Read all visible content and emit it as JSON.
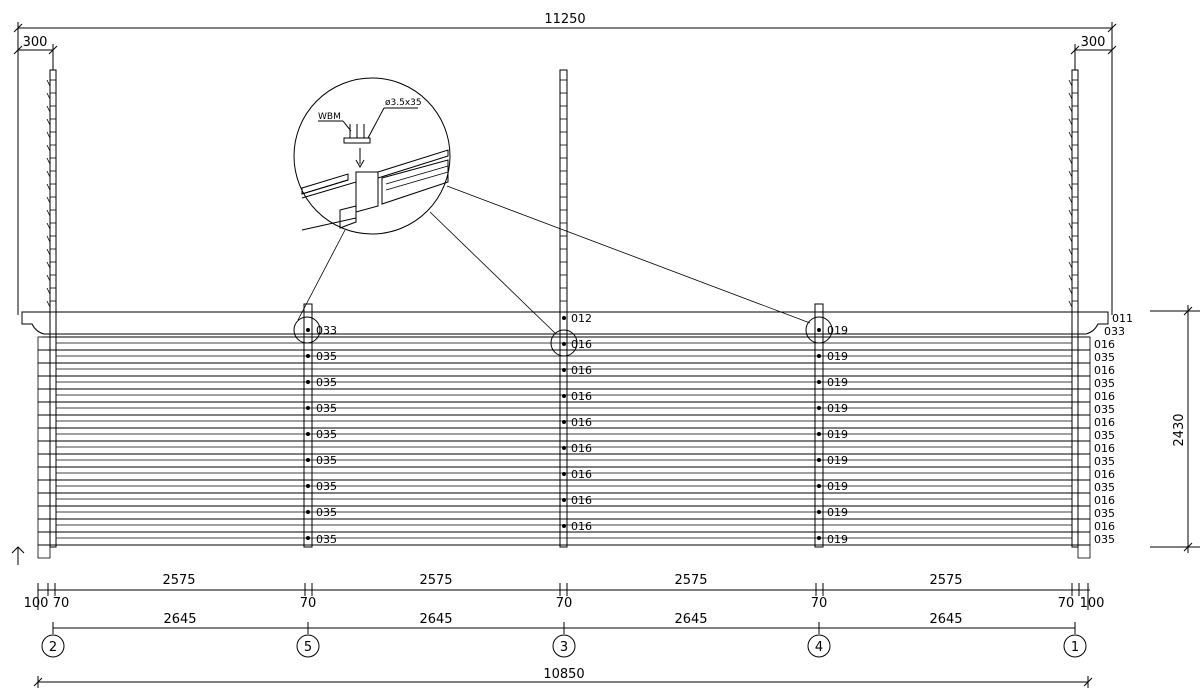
{
  "dimensions": {
    "overall_top": "11250",
    "overhang_left": "300",
    "overhang_right": "300",
    "height": "2430",
    "spans_upper": [
      "2575",
      "2575",
      "2575",
      "2575"
    ],
    "post_width_labels": [
      "100",
      "70",
      "70",
      "70",
      "70",
      "70",
      "100"
    ],
    "spans_lower": [
      "2645",
      "2645",
      "2645",
      "2645"
    ],
    "overall_bottom": "10850"
  },
  "axes": [
    "2",
    "5",
    "3",
    "4",
    "1"
  ],
  "post_labels": {
    "post_5": [
      "033",
      "035",
      "035",
      "035",
      "035",
      "035",
      "035",
      "035",
      "035"
    ],
    "post_3": [
      "012",
      "016",
      "016",
      "016",
      "016",
      "016",
      "016",
      "016",
      "016"
    ],
    "post_4": [
      "019",
      "019",
      "019",
      "019",
      "019",
      "019",
      "019",
      "019",
      "019"
    ]
  },
  "right_column": [
    "011",
    "033",
    "016",
    "035",
    "016",
    "035",
    "016",
    "035",
    "016",
    "035",
    "016",
    "035",
    "016",
    "035",
    "016",
    "035",
    "016",
    "035"
  ],
  "detail": {
    "connector_label": "WBM",
    "screw_label": "ø3.5x35"
  }
}
